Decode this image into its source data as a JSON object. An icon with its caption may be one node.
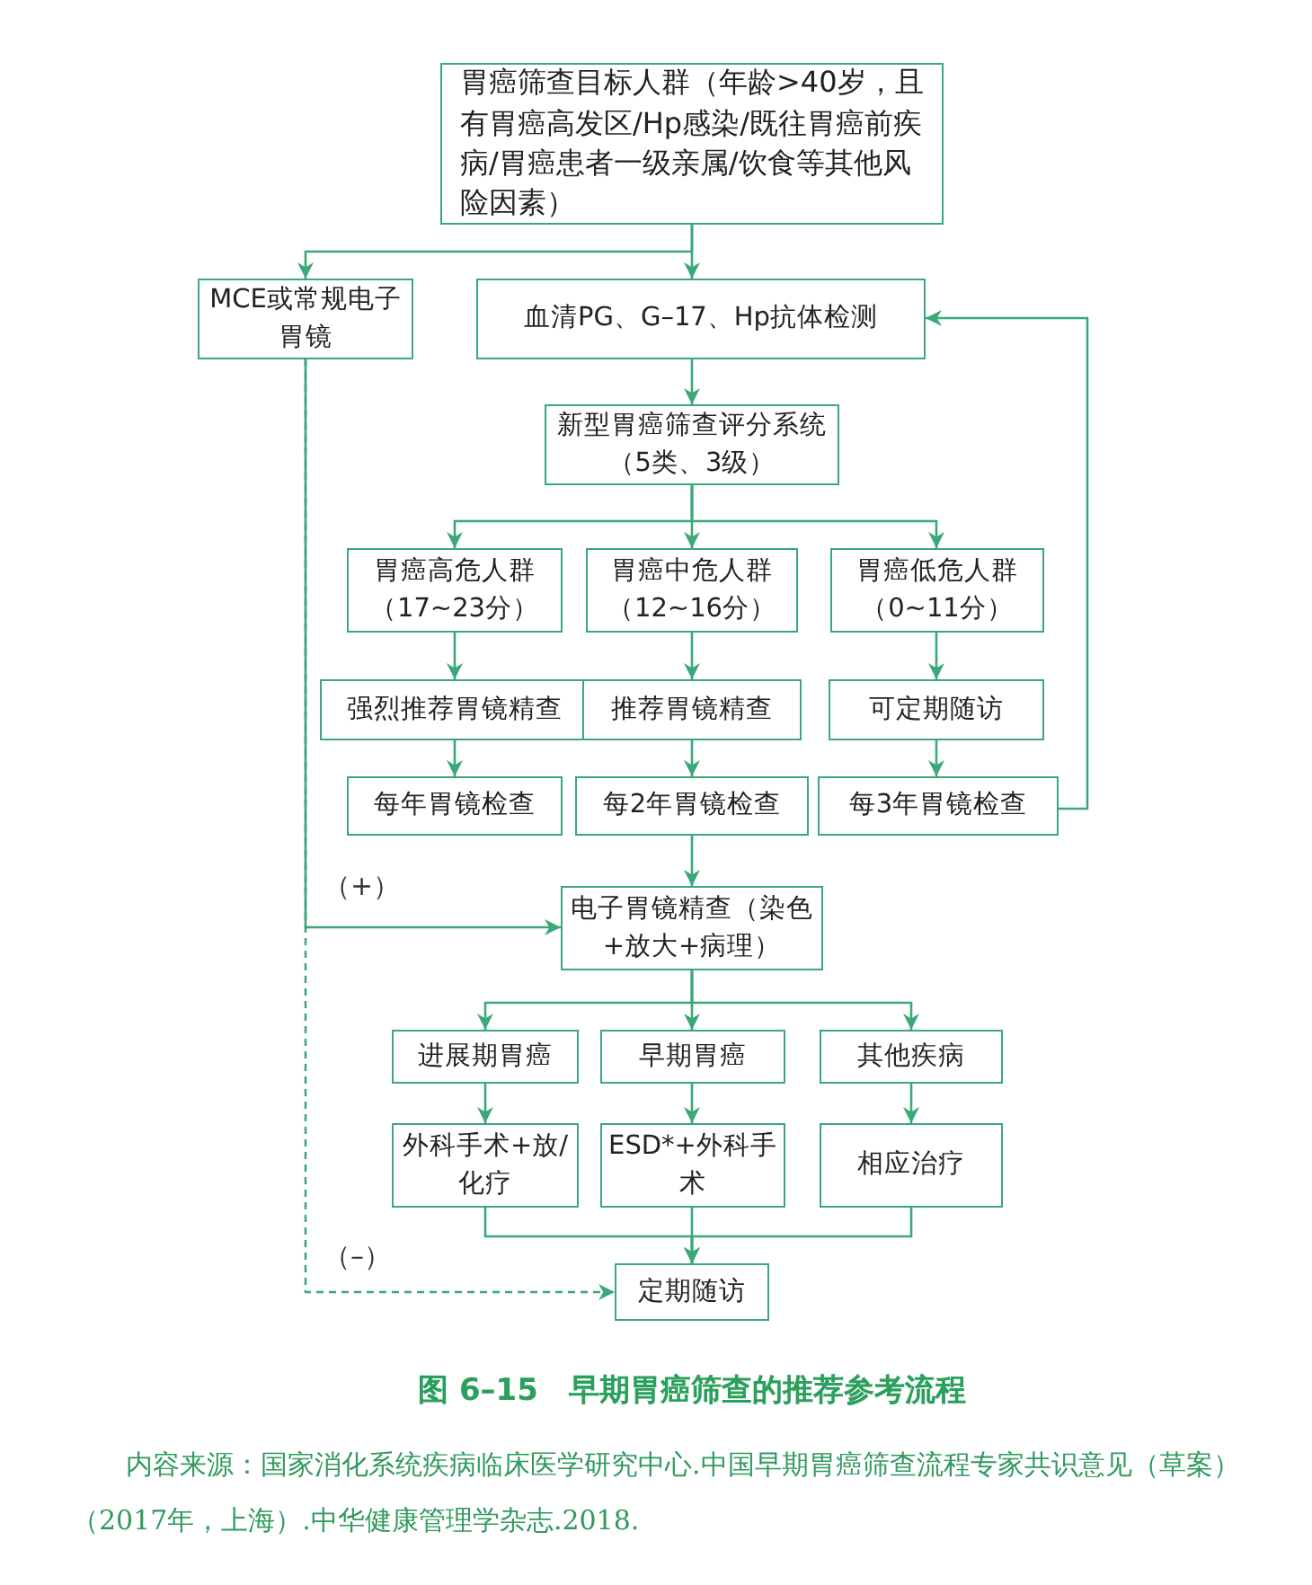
{
  "diagram": {
    "caption": "图 6–15　早期胃癌筛查的推荐参考流程",
    "nodes": [
      {
        "text": [
          "胃癌筛查目标人群（年龄>40岁，且有胃癌高发区/Hp感染/既往胃癌前疾病/胃癌患者一级亲属/饮食等其他风险因素）"
        ]
      },
      {
        "text": [
          "MCE或常规电子胃镜"
        ]
      },
      {
        "text": [
          "血清PG、G–17、Hp抗体检测"
        ]
      },
      {
        "text": [
          "新型胃癌筛查评分系统（5类、3级）"
        ]
      },
      {
        "text": [
          "胃癌高危人群（17~23分）"
        ]
      },
      {
        "text": [
          "胃癌中危人群（12~16分）"
        ]
      },
      {
        "text": [
          "胃癌低危人群（0~11分）"
        ]
      },
      {
        "text": [
          "强烈推荐胃镜精查"
        ]
      },
      {
        "text": [
          "推荐胃镜精查"
        ]
      },
      {
        "text": [
          "可定期随访"
        ]
      },
      {
        "text": [
          "每年胃镜检查"
        ]
      },
      {
        "text": [
          "每2年胃镜检查"
        ]
      },
      {
        "text": [
          "每3年胃镜检查"
        ]
      },
      {
        "text": [
          "电子胃镜精查（染色+放大+病理）"
        ]
      },
      {
        "text": [
          "进展期胃癌"
        ]
      },
      {
        "text": [
          "早期胃癌"
        ]
      },
      {
        "text": [
          "其他疾病"
        ]
      },
      {
        "text": [
          "外科手术+放/化疗"
        ]
      },
      {
        "text": [
          "ESD*+外科手术"
        ]
      },
      {
        "text": [
          "相应治疗"
        ]
      },
      {
        "text": [
          "定期随访"
        ]
      }
    ],
    "edges": [
      {
        "from": 0,
        "to": 1,
        "arrow": "to"
      },
      {
        "from": 0,
        "to": 2,
        "arrow": "to"
      },
      {
        "from": 2,
        "to": 3,
        "arrow": "to"
      },
      {
        "from": 3,
        "to": 4,
        "arrow": "to"
      },
      {
        "from": 3,
        "to": 5,
        "arrow": "to"
      },
      {
        "from": 3,
        "to": 6,
        "arrow": "to"
      },
      {
        "from": 4,
        "to": 7,
        "arrow": "to"
      },
      {
        "from": 5,
        "to": 8,
        "arrow": "to"
      },
      {
        "from": 6,
        "to": 9,
        "arrow": "to"
      },
      {
        "from": 7,
        "to": 10,
        "arrow": "to"
      },
      {
        "from": 8,
        "to": 11,
        "arrow": "to"
      },
      {
        "from": 9,
        "to": 12,
        "arrow": "to"
      },
      {
        "from": 12,
        "to": 2,
        "arrow": "to"
      },
      {
        "from": 11,
        "to": 13,
        "arrow": "to"
      },
      {
        "from": 1,
        "to": 13,
        "arrow": "to",
        "label": "（+）"
      },
      {
        "from": 1,
        "to": 20,
        "arrow": "to",
        "label": "（–）",
        "style": "dashed"
      },
      {
        "from": 13,
        "to": 14,
        "arrow": "to"
      },
      {
        "from": 13,
        "to": 15,
        "arrow": "to"
      },
      {
        "from": 13,
        "to": 16,
        "arrow": "to"
      },
      {
        "from": 14,
        "to": 17,
        "arrow": "to"
      },
      {
        "from": 15,
        "to": 18,
        "arrow": "to"
      },
      {
        "from": 16,
        "to": 19,
        "arrow": "to"
      },
      {
        "from": 17,
        "to": 20,
        "arrow": "to"
      },
      {
        "from": 18,
        "to": 20,
        "arrow": "to"
      },
      {
        "from": 19,
        "to": 20,
        "arrow": "to"
      }
    ],
    "labels": [
      "内容来源：国家消化系统疾病临床医学研究中心.中国早期胃癌筛查流程专家共识意见（草案）（2017年，上海）.中华健康管理学杂志.2018."
    ]
  }
}
